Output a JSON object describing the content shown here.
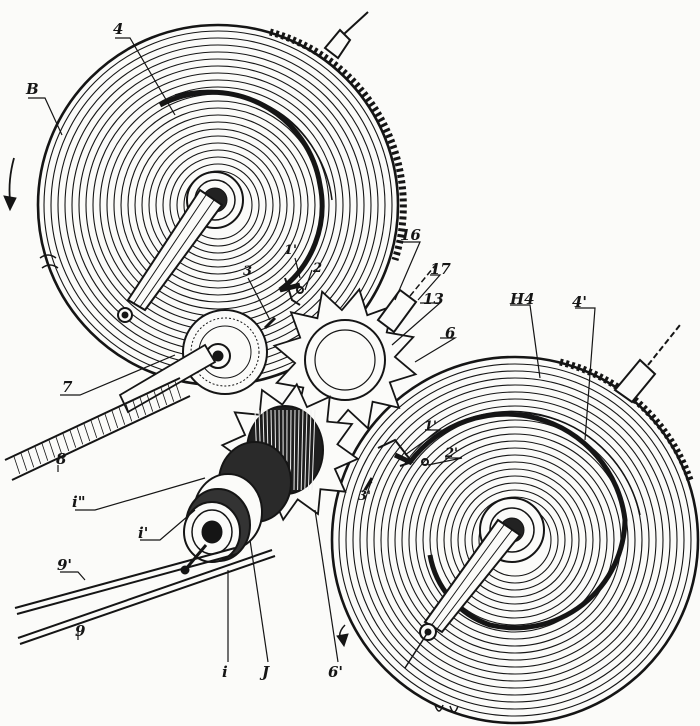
{
  "figure": {
    "rotation_arrow": "arrow-down-icon",
    "labels": {
      "B": "B",
      "n4": "4",
      "n1p_top": "1'",
      "n2_top": "2",
      "n3_top": "3",
      "n16": "16",
      "n17": "17",
      "n13": "13",
      "n6": "6",
      "H4": "H4",
      "n4p": "4'",
      "n7": "7",
      "n8": "8",
      "n1p_right": "1'",
      "n2p_right": "2'",
      "n3p_right": "3'",
      "i2": "i\"",
      "i1": "i'",
      "n9p": "9'",
      "n9": "9",
      "i": "i",
      "J": "J",
      "n6p": "6'"
    },
    "colors": {
      "ink": "#151515",
      "paper": "#fbfbf9"
    }
  }
}
